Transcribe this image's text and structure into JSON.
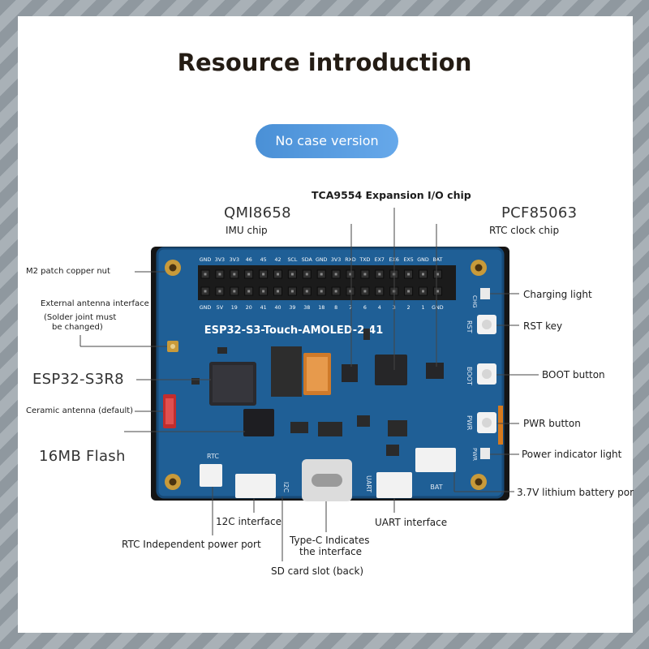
{
  "header": {
    "title": "Resource introduction",
    "version_badge": "No case version"
  },
  "board": {
    "name": "ESP32-S3-Touch-AMOLED-2.41",
    "header_top_pins": [
      "GND",
      "3V3",
      "3V3",
      "46",
      "45",
      "42",
      "SCL",
      "SDA",
      "GND",
      "3V3",
      "RXD",
      "TXD",
      "EX7",
      "EX6",
      "EX5",
      "GND",
      "BAT"
    ],
    "header_bottom_pins": [
      "GND",
      "5V",
      "19",
      "20",
      "41",
      "40",
      "39",
      "38",
      "18",
      "8",
      "7",
      "6",
      "4",
      "3",
      "2",
      "1",
      "GND"
    ],
    "silk_labels": {
      "chg": "CHG",
      "rst": "RST",
      "boot": "BOOT",
      "pwr": "PWR",
      "pwr_led": "PWR",
      "rtc": "RTC",
      "i2c": "I2C",
      "uart": "UART",
      "bat": "BAT"
    }
  },
  "callouts": {
    "qmi_name": "QMI8658",
    "qmi_desc": "IMU chip",
    "tca": "TCA9554 Expansion I/O chip",
    "pcf_name": "PCF85063",
    "pcf_desc": "RTC clock chip",
    "m2_nut": "M2 patch copper nut",
    "ext_antenna": "External antenna interface",
    "ext_antenna_note1": "(Solder joint must",
    "ext_antenna_note2": "be changed)",
    "esp": "ESP32-S3R8",
    "ceramic": "Ceramic antenna (default)",
    "flash": "16MB Flash",
    "charging": "Charging light",
    "rst": "RST key",
    "boot": "BOOT button",
    "pwr": "PWR button",
    "power_led": "Power indicator light",
    "battery": "3.7V lithium battery por",
    "i2c": "12C interface",
    "rtc_port": "RTC Independent power port",
    "typec1": "Type-C Indicates",
    "typec2": "the interface",
    "uart": "UART interface",
    "sd": "SD card slot (back)"
  },
  "colors": {
    "pcb": "#1f5f96",
    "pcb_dark": "#174a78",
    "badge": "#5a9de0",
    "title": "#241c14"
  }
}
